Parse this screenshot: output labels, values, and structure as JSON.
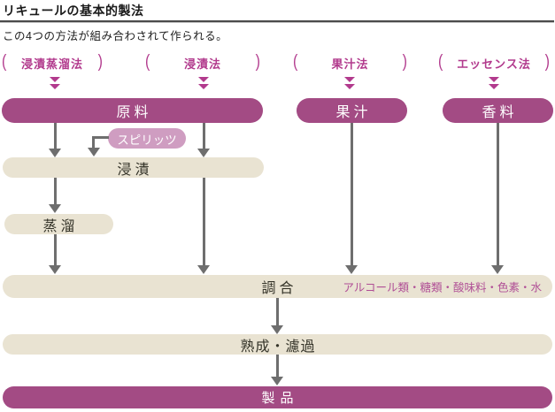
{
  "header": {
    "title": "リキュールの基本的製法",
    "subtitle": "この4つの方法が組み合わされて作られる。"
  },
  "ui": {
    "paren_open": "(",
    "paren_close": ")"
  },
  "methods": [
    {
      "label": "浸漬蒸溜法"
    },
    {
      "label": "浸漬法"
    },
    {
      "label": "果汁法"
    },
    {
      "label": "エッセンス法"
    }
  ],
  "flow": {
    "raw_material": "原料",
    "fruit_juice": "果汁",
    "flavoring": "香料",
    "spirits": "スピリッツ",
    "maceration": "浸漬",
    "distillation": "蒸溜",
    "blending": "調合",
    "blending_note": "アルコール類・糖類・酸味料・色素・水",
    "aging_filtration": "熟成・濾過",
    "product": "製品"
  },
  "colors": {
    "purple": "#a34b84",
    "light_pink": "#cf9dc1",
    "beige": "#e9e3d2",
    "magenta_text": "#b23a8d",
    "note_magenta": "#b04f96",
    "arrow_gray": "#6e6e6e"
  }
}
